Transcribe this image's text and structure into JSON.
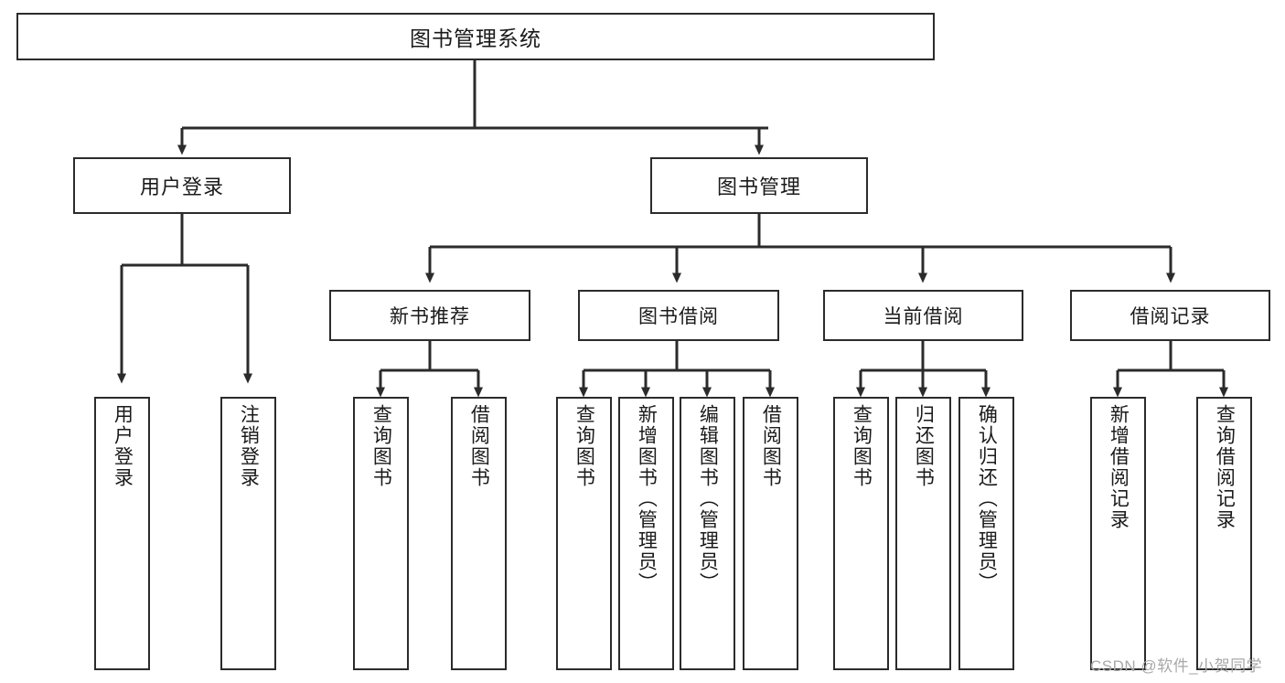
{
  "diagram": {
    "title": "图书管理系统",
    "watermark": "CSDN @软件_小贺同学",
    "line_color": "#2b2b2b",
    "box_border_color": "#2b2b2b",
    "background_color": "#ffffff",
    "text_color": "#1a1a1a",
    "type": "tree-hierarchy-diagram"
  },
  "root": {
    "label": "图书管理系统"
  },
  "level1": [
    {
      "label": "用户登录"
    },
    {
      "label": "图书管理"
    }
  ],
  "level2": [
    {
      "label": "新书推荐"
    },
    {
      "label": "图书借阅"
    },
    {
      "label": "当前借阅"
    },
    {
      "label": "借阅记录"
    }
  ],
  "leaves": {
    "user_login": [
      {
        "label": "用户登录"
      },
      {
        "label": "注销登录"
      }
    ],
    "new_book_recommend": [
      {
        "label": "查询图书"
      },
      {
        "label": "借阅图书"
      }
    ],
    "book_borrow": [
      {
        "label": "查询图书"
      },
      {
        "label": "新增图书（管理员）"
      },
      {
        "label": "编辑图书（管理员）"
      },
      {
        "label": "借阅图书"
      }
    ],
    "current_borrow": [
      {
        "label": "查询图书"
      },
      {
        "label": "归还图书"
      },
      {
        "label": "确认归还（管理员）"
      }
    ],
    "borrow_record": [
      {
        "label": "新增借阅记录"
      },
      {
        "label": "查询借阅记录"
      }
    ]
  }
}
